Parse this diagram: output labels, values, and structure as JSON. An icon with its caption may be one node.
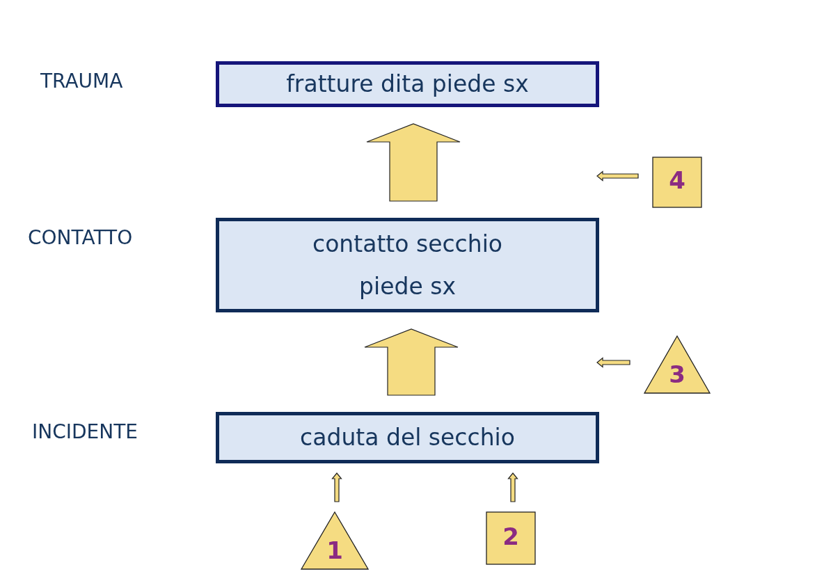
{
  "diagram": {
    "nodes": [
      {
        "text": [
          "fratture dita piede sx"
        ]
      },
      {
        "text": [
          "contatto secchio piede sx"
        ]
      },
      {
        "text": [
          "caduta del secchio"
        ]
      },
      {
        "text": [
          "1"
        ]
      },
      {
        "text": [
          "2"
        ]
      },
      {
        "text": [
          "3"
        ]
      },
      {
        "text": [
          "4"
        ]
      }
    ],
    "edges": [
      {
        "from": 2,
        "to": 1,
        "arrow": "to",
        "style": "thick"
      },
      {
        "from": 1,
        "to": 0,
        "arrow": "to",
        "style": "thick"
      },
      {
        "from": 3,
        "to": 2,
        "arrow": "to"
      },
      {
        "from": 4,
        "to": 2,
        "arrow": "to"
      },
      {
        "from": 5,
        "to": null,
        "arrow": "to"
      },
      {
        "from": 6,
        "to": null,
        "arrow": "to"
      }
    ],
    "labels": [
      "TRAUMA",
      "CONTATTO",
      "INCIDENTE"
    ]
  }
}
